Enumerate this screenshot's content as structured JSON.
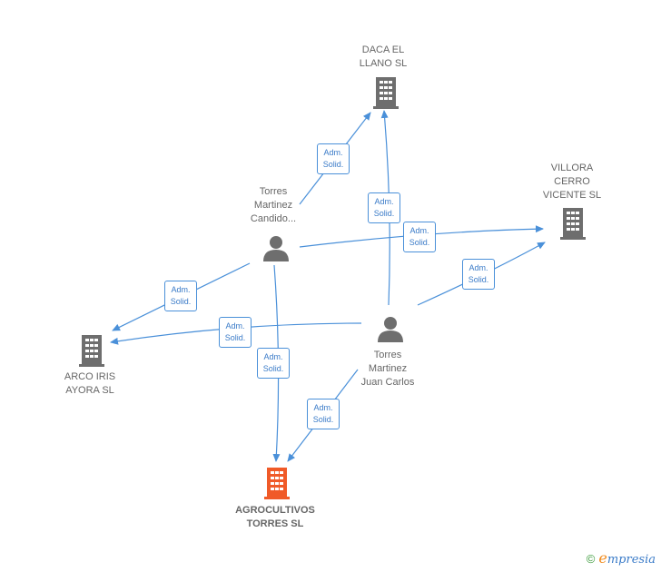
{
  "colors": {
    "edge": "#4a90d9",
    "node_gray": "#6e6e6e",
    "node_main": "#f05a28",
    "label_text": "#666666"
  },
  "nodes": {
    "daca": {
      "label": "DACA EL\nLLANO  SL",
      "icon": "building-icon"
    },
    "villora": {
      "label": "VILLORA\nCERRO\nVICENTE  SL",
      "icon": "building-icon"
    },
    "arco": {
      "label": "ARCO IRIS\nAYORA SL",
      "icon": "building-icon"
    },
    "agro": {
      "label": "AGROCULTIVOS\nTORRES  SL",
      "icon": "building-icon"
    },
    "candido": {
      "label": "Torres\nMartinez\nCandido...",
      "icon": "person-icon"
    },
    "juan": {
      "label": "Torres\nMartinez\nJuan Carlos",
      "icon": "person-icon"
    }
  },
  "edge_label_text": "Adm.\nSolid.",
  "brand": {
    "copyright": "©",
    "e": "e",
    "rest": "mpresia"
  }
}
